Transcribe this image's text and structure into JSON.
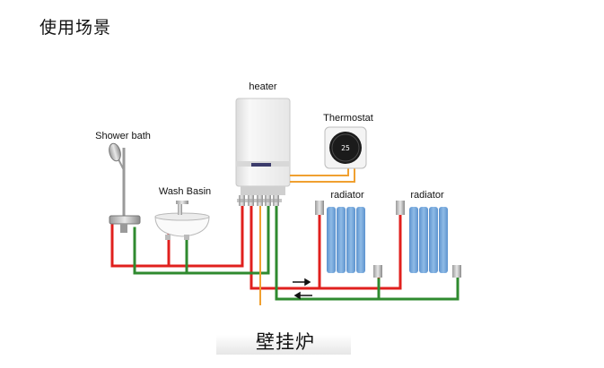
{
  "title": "使用场景",
  "caption": "壁挂炉",
  "labels": {
    "heater": "heater",
    "thermostat": "Thermostat",
    "shower_bath": "Shower bath",
    "wash_basin": "Wash Basin",
    "radiator_1": "radiator",
    "radiator_2": "radiator"
  },
  "thermostat_display": "25",
  "colors": {
    "hot_pipe": "#e0201e",
    "cold_pipe": "#2f8a2f",
    "wire": "#f0a030",
    "radiator": "#6fa3d8",
    "heater_body": "#f2f2f2"
  }
}
